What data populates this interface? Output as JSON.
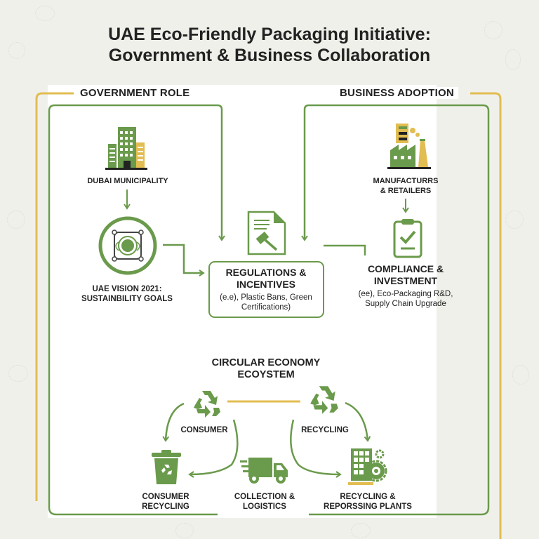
{
  "title": {
    "line1": "UAE Eco-Friendly Packaging Initiative:",
    "line2": "Government & Business Collaboration"
  },
  "colors": {
    "green": "#6a9a4b",
    "gold": "#e2bd52",
    "background": "#f0f0eb",
    "text": "#222222"
  },
  "government": {
    "section_label": "GOVERNMENT ROLE",
    "municipality": {
      "label": "DUBAI MUNICIPALITY",
      "icon": "building-icon"
    },
    "vision": {
      "line1": "UAE VISION 2021:",
      "line2": "SUSTAINBILITY GOALS",
      "icon": "vision-network-icon"
    }
  },
  "regulations": {
    "title_line1": "REGULATIONS &",
    "title_line2": "INCENTIVES",
    "detail_line1": "(e.e), Plastic Bans, Green",
    "detail_line2": "Certifications)",
    "icon": "document-gavel-icon"
  },
  "business": {
    "section_label": "BUSINESS ADOPTION",
    "manufacturers": {
      "line1": "MANUFACTURRS",
      "line2": "& RETAILERS",
      "icon": "factory-icon"
    },
    "compliance": {
      "title_line1": "COMPLIANCE &",
      "title_line2": "INVESTMENT",
      "detail_line1": "(ee), Eco-Packaging R&D,",
      "detail_line2": "Supply Chain Upgrade",
      "icon": "clipboard-check-icon"
    }
  },
  "circular": {
    "title_line1": "CIRCULAR ECONOMY",
    "title_line2": "ECOYSTEM",
    "consumer_label": "CONSUMER",
    "recycling_label": "RECYCLING",
    "consumer_recycling": {
      "line1": "CONSUMER",
      "line2": "RECYCLING",
      "icon": "recycle-bin-icon"
    },
    "collection": {
      "line1": "COLLECTION &",
      "line2": "LOGISTICS",
      "icon": "delivery-truck-icon"
    },
    "plants": {
      "line1": "RECYCLING &",
      "line2": "REPORSSING PLANTS",
      "icon": "plant-gears-icon"
    }
  }
}
